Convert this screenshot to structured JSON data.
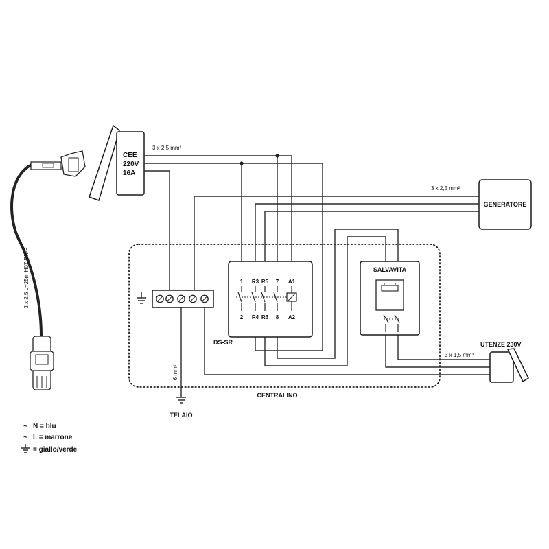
{
  "cee": {
    "line1": "CEE",
    "line2": "220V",
    "line3": "16A"
  },
  "cable_top": "3 x 2,5 mm²",
  "cable_gen": "3 x 2,5 mm²",
  "generatore": "GENERATORE",
  "salvavita": "SALVAVITA",
  "utenze": "UTENZE 230V",
  "cable_utenze": "3 x 1,5 mm²",
  "ds_sr": "DS-SR",
  "centralino": "CENTRALINO",
  "telaio": "TELAIO",
  "ground_wire": "6 mm²",
  "plug_cable": "3 x 2,5  L=25m  H07 RN-F",
  "relay": {
    "top": [
      "1",
      "R3",
      "R5",
      "7",
      "A1"
    ],
    "bottom": [
      "2",
      "R4",
      "R6",
      "8",
      "A2"
    ]
  },
  "legend": {
    "n": "N = blu",
    "l": "L = marrone",
    "pe": "= giallo/verde",
    "tilde": "~"
  }
}
